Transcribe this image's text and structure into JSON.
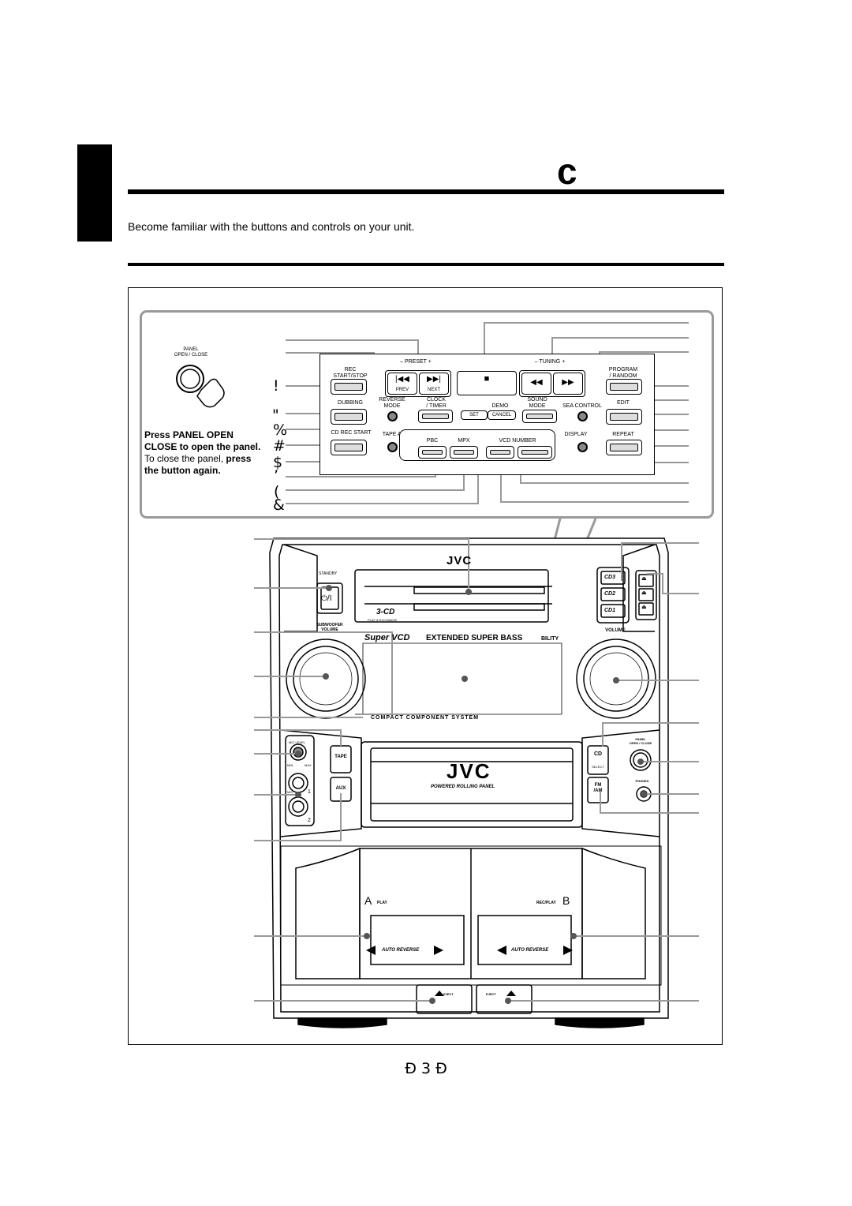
{
  "header": {
    "letter": "c",
    "intro": "Become familiar with the buttons and controls on your unit."
  },
  "panel_callout": {
    "open_close_label": "PANEL\nOPEN / CLOSE",
    "preset": "– PRESET +",
    "tuning": "– TUNING +",
    "rec_start_stop": "REC\nSTART/STOP",
    "program_random": "PROGRAM\n/ RANDOM",
    "prev": "PREV",
    "next": "NEXT",
    "dubbing": "DUBBING",
    "reverse_mode": "REVERSE\nMODE",
    "clock_timer": "CLOCK\n/ TIMER",
    "demo": "DEMO",
    "sound_mode": "SOUND\nMODE",
    "sea_control": "SEA CONTROL",
    "edit": "EDIT",
    "set": "SET",
    "cancel": "CANCEL",
    "cd_rec_start": "CD REC START",
    "tape_ab": "TAPE A/B",
    "pbc": "PBC",
    "mpx": "MPX",
    "vcd_number": "VCD NUMBER",
    "display": "DISPLAY",
    "repeat": "REPEAT"
  },
  "instructions": {
    "line1": "Press PANEL OPEN",
    "line2": "CLOSE to open the panel.",
    "line3a": "To close the panel,",
    "line3b": "press",
    "line4": "the button again."
  },
  "callout_symbols": [
    "!",
    "\"",
    "%",
    "#",
    "$",
    "’",
    "(",
    "&"
  ],
  "unit": {
    "brand": "JVC",
    "standby": "STANDBY",
    "power_symbol": "⏻/I",
    "three_cd": "3-CD",
    "play_exchange": "PLAY & EXCHANGE",
    "subwoofer_volume": "SUBWOOFER\nVOLUME",
    "volume": "VOLUME",
    "super_vcd": "Super VCD",
    "extended_super_bass": "EXTENDED SUPER BASS",
    "bility": "BILITY",
    "compact_component_system": "COMPACT COMPONENT SYSTEM",
    "cd3": "CD3",
    "cd2": "CD2",
    "cd1": "CD1",
    "mic_level": "MIC LEVEL",
    "min": "MIN",
    "max": "MAX",
    "mic": "MIC",
    "mic1": "1",
    "mic2": "2",
    "tape": "TAPE",
    "aux": "AUX",
    "cd": "CD",
    "select": "SELECT",
    "fm_am": "FM\n/AM",
    "panel_open_close": "PANEL\nOPEN / CLOSE",
    "phones": "PHONES",
    "powered_rolling_panel": "POWERED ROLLING PANEL",
    "deck_a": "A",
    "play": "PLAY",
    "rec_play": "REC/PLAY",
    "deck_b": "B",
    "auto_reverse_a": "AUTO REVERSE",
    "auto_reverse_b": "AUTO REVERSE",
    "eject_a": "EJECT",
    "eject_b": "EJECT"
  },
  "footer": {
    "page": "Đ  3 Đ"
  }
}
